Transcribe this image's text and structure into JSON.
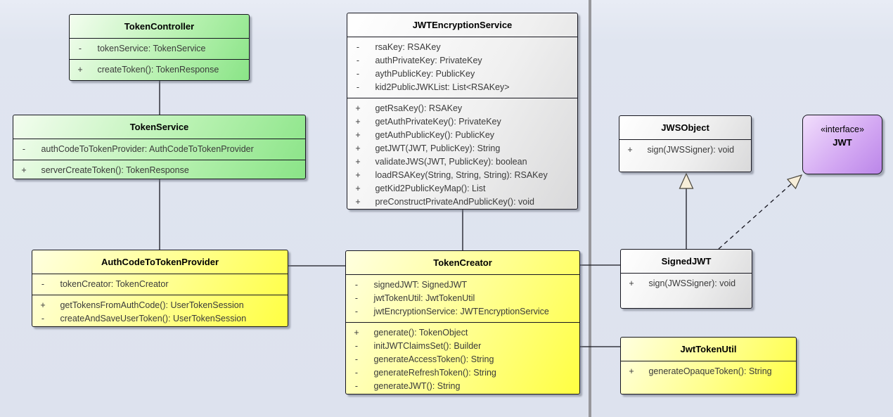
{
  "diagram": {
    "divider_color": "#97979b",
    "arrow_fill_color": "#f7eed9",
    "classes": [
      {
        "title": "TokenController",
        "color_scheme": "green",
        "attributes": [
          {
            "vis": "-",
            "text": "tokenService: TokenService"
          }
        ],
        "methods": [
          {
            "vis": "+",
            "text": "createToken(): TokenResponse"
          }
        ]
      },
      {
        "title": "TokenService",
        "color_scheme": "green",
        "attributes": [
          {
            "vis": "-",
            "text": "authCodeToTokenProvider: AuthCodeToTokenProvider"
          }
        ],
        "methods": [
          {
            "vis": "+",
            "text": "serverCreateToken(): TokenResponse"
          }
        ]
      },
      {
        "title": "JWTEncryptionService",
        "color_scheme": "gray",
        "attributes": [
          {
            "vis": "-",
            "text": "rsaKey: RSAKey"
          },
          {
            "vis": "-",
            "text": "authPrivateKey: PrivateKey"
          },
          {
            "vis": "-",
            "text": "aythPublicKey: PublicKey"
          },
          {
            "vis": "-",
            "text": "kid2PublicJWKList: List<RSAKey>"
          }
        ],
        "methods": [
          {
            "vis": "+",
            "text": "getRsaKey(): RSAKey"
          },
          {
            "vis": "+",
            "text": "getAuthPrivateKey(): PrivateKey"
          },
          {
            "vis": "+",
            "text": "getAuthPublicKey(): PublicKey"
          },
          {
            "vis": "+",
            "text": "getJWT(JWT, PublicKey): String"
          },
          {
            "vis": "+",
            "text": "validateJWS(JWT, PublicKey): boolean"
          },
          {
            "vis": "+",
            "text": "loadRSAKey(String, String, String): RSAKey"
          },
          {
            "vis": "+",
            "text": "getKid2PublicKeyMap(): List"
          },
          {
            "vis": "+",
            "text": "preConstructPrivateAndPublicKey(): void"
          }
        ]
      },
      {
        "title": "JWSObject",
        "color_scheme": "gray",
        "attributes": [],
        "methods": [
          {
            "vis": "+",
            "text": "sign(JWSSigner): void"
          }
        ]
      },
      {
        "title": "JWT",
        "stereotype": "«interface»",
        "color_scheme": "purple",
        "attributes": [],
        "methods": []
      },
      {
        "title": "AuthCodeToTokenProvider",
        "color_scheme": "yellow",
        "attributes": [
          {
            "vis": "-",
            "text": "tokenCreator: TokenCreator"
          }
        ],
        "methods": [
          {
            "vis": "+",
            "text": "getTokensFromAuthCode(): UserTokenSession"
          },
          {
            "vis": "-",
            "text": "createAndSaveUserToken(): UserTokenSession"
          }
        ]
      },
      {
        "title": "TokenCreator",
        "color_scheme": "yellow",
        "attributes": [
          {
            "vis": "-",
            "text": "signedJWT: SignedJWT"
          },
          {
            "vis": "-",
            "text": "jwtTokenUtil: JwtTokenUtil"
          },
          {
            "vis": "-",
            "text": "jwtEncryptionService: JWTEncryptionService"
          }
        ],
        "methods": [
          {
            "vis": "+",
            "text": "generate(): TokenObject"
          },
          {
            "vis": "-",
            "text": "initJWTClaimsSet(): Builder"
          },
          {
            "vis": "-",
            "text": "generateAccessToken(): String"
          },
          {
            "vis": "-",
            "text": "generateRefreshToken(): String"
          },
          {
            "vis": "-",
            "text": "generateJWT(): String"
          }
        ]
      },
      {
        "title": "SignedJWT",
        "color_scheme": "gray",
        "attributes": [],
        "methods": [
          {
            "vis": "+",
            "text": "sign(JWSSigner): void"
          }
        ]
      },
      {
        "title": "JwtTokenUtil",
        "color_scheme": "yellow",
        "attributes": [],
        "methods": [
          {
            "vis": "+",
            "text": "generateOpaqueToken(): String"
          }
        ]
      }
    ],
    "relationships": [
      {
        "from": "TokenController",
        "to": "TokenService",
        "type": "association"
      },
      {
        "from": "TokenService",
        "to": "AuthCodeToTokenProvider",
        "type": "association"
      },
      {
        "from": "AuthCodeToTokenProvider",
        "to": "TokenCreator",
        "type": "association"
      },
      {
        "from": "JWTEncryptionService",
        "to": "TokenCreator",
        "type": "association"
      },
      {
        "from": "TokenCreator",
        "to": "SignedJWT",
        "type": "association"
      },
      {
        "from": "TokenCreator",
        "to": "JwtTokenUtil",
        "type": "association"
      },
      {
        "from": "SignedJWT",
        "to": "JWSObject",
        "type": "generalization"
      },
      {
        "from": "SignedJWT",
        "to": "JWT",
        "type": "realization"
      }
    ]
  }
}
